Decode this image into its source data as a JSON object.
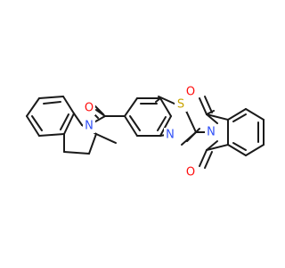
{
  "molecule": {
    "atoms": {
      "O1": {
        "symbol": "O",
        "color": "#ff0d0d"
      },
      "O2": {
        "symbol": "O",
        "color": "#ff0d0d"
      },
      "O3": {
        "symbol": "O",
        "color": "#ff0d0d"
      },
      "N1": {
        "symbol": "N",
        "color": "#3050f8"
      },
      "N2": {
        "symbol": "N",
        "color": "#3050f8"
      },
      "N3": {
        "symbol": "N",
        "color": "#3050f8"
      },
      "S1": {
        "symbol": "S",
        "color": "#c9a400"
      }
    },
    "bond_color": "#1a1a1a"
  }
}
